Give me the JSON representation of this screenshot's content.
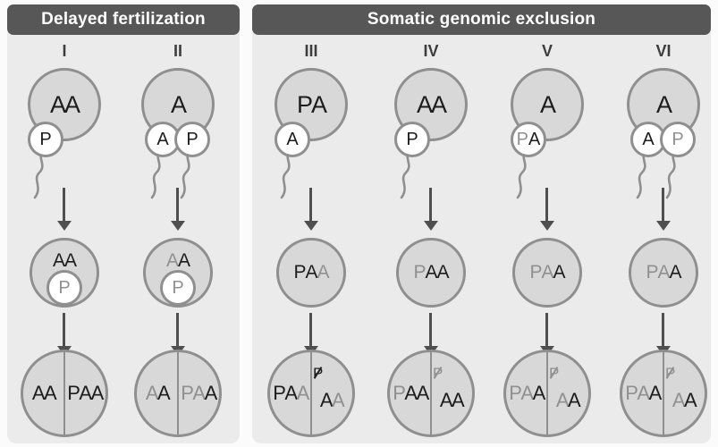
{
  "panels": [
    {
      "title": "Delayed fertilization"
    },
    {
      "title": "Somatic genomic exclusion"
    }
  ],
  "colors": {
    "page_bg": "#fbfbfb",
    "panel_bg": "#ebebeb",
    "header_bg": "#575757",
    "header_text": "#ffffff",
    "cell_fill": "#d8d8d8",
    "cell_stroke": "#8f8f8f",
    "letter_dark": "#1c1c1c",
    "letter_gray": "#909090",
    "numeral": "#3d3d3d",
    "arrow": "#4f4f4f"
  },
  "columns": [
    {
      "numeral": "I",
      "egg": [
        {
          "t": "A",
          "s": "dark"
        },
        {
          "t": "A",
          "s": "dark"
        }
      ],
      "sperm": [
        {
          "letters": [
            {
              "t": "P",
              "s": "dark"
            }
          ]
        }
      ],
      "middle": {
        "letters": [
          {
            "t": "A",
            "s": "dark"
          },
          {
            "t": "A",
            "s": "dark"
          }
        ],
        "p_circle": {
          "t": "P",
          "s": "gray"
        }
      },
      "bottom": {
        "left": [
          {
            "t": "A",
            "s": "dark"
          },
          {
            "t": "A",
            "s": "dark"
          }
        ],
        "right": {
          "crossed": null,
          "letters": [
            {
              "t": "P",
              "s": "dark"
            },
            {
              "t": "A",
              "s": "dark"
            },
            {
              "t": "A",
              "s": "dark"
            }
          ]
        }
      }
    },
    {
      "numeral": "II",
      "egg": [
        {
          "t": "A",
          "s": "dark"
        }
      ],
      "sperm": [
        {
          "letters": [
            {
              "t": "A",
              "s": "dark"
            }
          ]
        },
        {
          "letters": [
            {
              "t": "P",
              "s": "dark"
            }
          ]
        }
      ],
      "middle": {
        "letters": [
          {
            "t": "A",
            "s": "gray"
          },
          {
            "t": "A",
            "s": "dark"
          }
        ],
        "p_circle": {
          "t": "P",
          "s": "gray"
        }
      },
      "bottom": {
        "left": [
          {
            "t": "A",
            "s": "gray"
          },
          {
            "t": "A",
            "s": "dark"
          }
        ],
        "right": {
          "crossed": null,
          "letters": [
            {
              "t": "P",
              "s": "gray"
            },
            {
              "t": "A",
              "s": "gray"
            },
            {
              "t": "A",
              "s": "dark"
            }
          ]
        }
      }
    },
    {
      "numeral": "III",
      "egg": [
        {
          "t": "P",
          "s": "dark"
        },
        {
          "t": "A",
          "s": "dark"
        }
      ],
      "sperm": [
        {
          "letters": [
            {
              "t": "A",
              "s": "dark"
            }
          ]
        }
      ],
      "middle": {
        "letters": [
          {
            "t": "P",
            "s": "dark"
          },
          {
            "t": "A",
            "s": "dark"
          },
          {
            "t": "A",
            "s": "gray"
          }
        ],
        "p_circle": null
      },
      "bottom": {
        "left": [
          {
            "t": "P",
            "s": "dark"
          },
          {
            "t": "A",
            "s": "dark"
          },
          {
            "t": "A",
            "s": "gray"
          }
        ],
        "right": {
          "crossed": {
            "t": "P",
            "s": "dark"
          },
          "letters": [
            {
              "t": "A",
              "s": "dark"
            },
            {
              "t": "A",
              "s": "gray"
            }
          ]
        }
      }
    },
    {
      "numeral": "IV",
      "egg": [
        {
          "t": "A",
          "s": "dark"
        },
        {
          "t": "A",
          "s": "dark"
        }
      ],
      "sperm": [
        {
          "letters": [
            {
              "t": "P",
              "s": "dark"
            }
          ]
        }
      ],
      "middle": {
        "letters": [
          {
            "t": "P",
            "s": "gray"
          },
          {
            "t": "A",
            "s": "dark"
          },
          {
            "t": "A",
            "s": "dark"
          }
        ],
        "p_circle": null
      },
      "bottom": {
        "left": [
          {
            "t": "P",
            "s": "gray"
          },
          {
            "t": "A",
            "s": "dark"
          },
          {
            "t": "A",
            "s": "dark"
          }
        ],
        "right": {
          "crossed": {
            "t": "P",
            "s": "gray"
          },
          "letters": [
            {
              "t": "A",
              "s": "dark"
            },
            {
              "t": "A",
              "s": "dark"
            }
          ]
        }
      }
    },
    {
      "numeral": "V",
      "egg": [
        {
          "t": "A",
          "s": "dark"
        }
      ],
      "sperm": [
        {
          "letters": [
            {
              "t": "P",
              "s": "gray"
            },
            {
              "t": "A",
              "s": "dark"
            }
          ]
        }
      ],
      "middle": {
        "letters": [
          {
            "t": "P",
            "s": "gray"
          },
          {
            "t": "A",
            "s": "gray"
          },
          {
            "t": "A",
            "s": "dark"
          }
        ],
        "p_circle": null
      },
      "bottom": {
        "left": [
          {
            "t": "P",
            "s": "gray"
          },
          {
            "t": "A",
            "s": "gray"
          },
          {
            "t": "A",
            "s": "dark"
          }
        ],
        "right": {
          "crossed": {
            "t": "P",
            "s": "gray"
          },
          "letters": [
            {
              "t": "A",
              "s": "gray"
            },
            {
              "t": "A",
              "s": "dark"
            }
          ]
        }
      }
    },
    {
      "numeral": "VI",
      "egg": [
        {
          "t": "A",
          "s": "dark"
        }
      ],
      "sperm": [
        {
          "letters": [
            {
              "t": "A",
              "s": "dark"
            }
          ]
        },
        {
          "letters": [
            {
              "t": "P",
              "s": "gray"
            }
          ]
        }
      ],
      "middle": {
        "letters": [
          {
            "t": "P",
            "s": "gray"
          },
          {
            "t": "A",
            "s": "gray"
          },
          {
            "t": "A",
            "s": "dark"
          }
        ],
        "p_circle": null
      },
      "bottom": {
        "left": [
          {
            "t": "P",
            "s": "gray"
          },
          {
            "t": "A",
            "s": "gray"
          },
          {
            "t": "A",
            "s": "dark"
          }
        ],
        "right": {
          "crossed": {
            "t": "P",
            "s": "gray"
          },
          "letters": [
            {
              "t": "A",
              "s": "gray"
            },
            {
              "t": "A",
              "s": "dark"
            }
          ]
        }
      }
    }
  ]
}
